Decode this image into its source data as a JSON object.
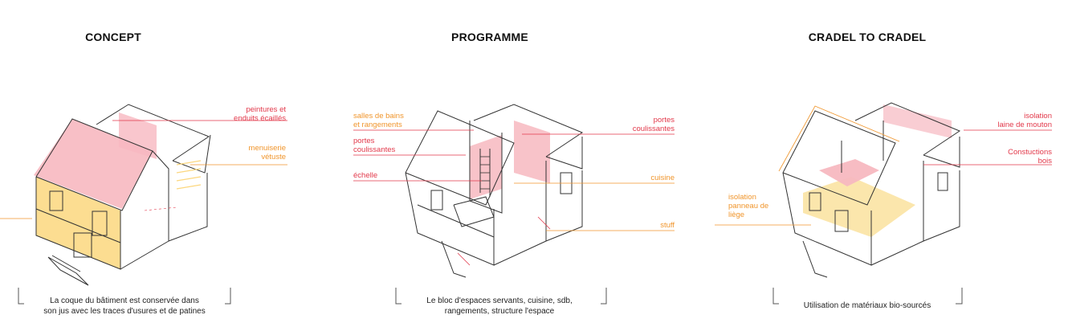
{
  "panels": [
    {
      "title": "CONCEPT",
      "labels": {
        "peintures": "peintures et\nenduits écaillés",
        "menuiserie": "menuiserie\nvétuste"
      },
      "caption": "La coque du bâtiment est conservée dans\nson jus avec les traces d'usures et de patines"
    },
    {
      "title": "PROGRAMME",
      "labels": {
        "salles": "salles de bains\net rangements",
        "portes_left": "portes\ncoulissantes",
        "echelle": "échelle",
        "portes_right": "portes\ncoulissantes",
        "cuisine": "cuisine",
        "stuff": "stuff"
      },
      "caption": "Le bloc d'espaces servants, cuisine, sdb,\nrangements, structure l'espace"
    },
    {
      "title": "CRADEL TO CRADEL",
      "labels": {
        "isolation_mouton": "isolation\nlaine de mouton",
        "constructions": "Constuctions\nbois",
        "isolation_liege": "isolation\npanneau de\nliège"
      },
      "caption": "Utilisation de matériaux bio-sourcés"
    }
  ],
  "colors": {
    "red": "#e2384a",
    "orange": "#f0952b",
    "pink_fill": "#f7b8c0",
    "yellow_fill": "#fbe3a3",
    "line": "#333333"
  }
}
